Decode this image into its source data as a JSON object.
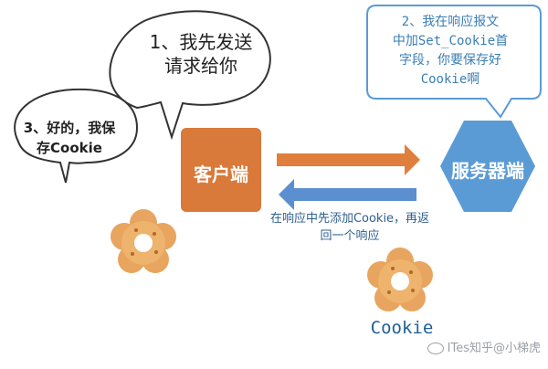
{
  "bubble_client_send": {
    "lines": [
      "1、我先发送",
      "请求给你"
    ]
  },
  "bubble_server": {
    "lines": [
      "2、我在响应报文",
      "中加Set_Cookie首",
      "字段，你要保存好",
      "Cookie啊"
    ]
  },
  "bubble_client_save": {
    "lines": [
      "3、好的，我保",
      "存Cookie"
    ]
  },
  "client_node": {
    "label": "客户端"
  },
  "server_node": {
    "label": "服务器端"
  },
  "response_arrow": {
    "lines": [
      "在响应中先添加Cookie，再返",
      "回一个响应"
    ]
  },
  "cookie_item": {
    "label": "Cookie"
  },
  "watermark": {
    "text": "ITes知乎@小梯虎"
  },
  "colors": {
    "client_fill": "#d9793a",
    "server_fill": "#5b9bd5",
    "request_arrow": "#e07f3d",
    "response_arrow": "#5b8fd0",
    "server_bubble_border": "#5b9bd5",
    "cookie_fill": "#e8a55f"
  },
  "icons": [
    "cookie-icon",
    "watermark-icon"
  ]
}
